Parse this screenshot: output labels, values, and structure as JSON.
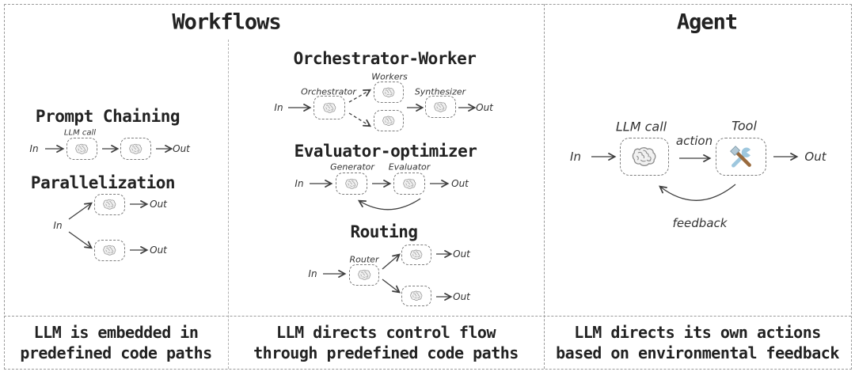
{
  "titles": {
    "workflows": "Workflows",
    "agent": "Agent"
  },
  "diagrams": {
    "prompt_chaining": {
      "title": "Prompt Chaining",
      "llm_call_label": "LLM call",
      "in": "In",
      "out": "Out"
    },
    "parallelization": {
      "title": "Parallelization",
      "in": "In",
      "out_top": "Out",
      "out_bottom": "Out"
    },
    "orchestrator_worker": {
      "title": "Orchestrator-Worker",
      "in": "In",
      "out": "Out",
      "orchestrator_label": "Orchestrator",
      "workers_label": "Workers",
      "synthesizer_label": "Synthesizer"
    },
    "evaluator_optimizer": {
      "title": "Evaluator-optimizer",
      "in": "In",
      "out": "Out",
      "generator_label": "Generator",
      "evaluator_label": "Evaluator"
    },
    "routing": {
      "title": "Routing",
      "in": "In",
      "router_label": "Router",
      "out_top": "Out",
      "out_bottom": "Out"
    },
    "agent": {
      "in": "In",
      "out": "Out",
      "llm_call_label": "LLM call",
      "tool_label": "Tool",
      "action_label": "action",
      "feedback_label": "feedback"
    }
  },
  "captions": {
    "workflows_left": {
      "line1": "LLM is embedded in",
      "line2": "predefined code paths"
    },
    "workflows_mid": {
      "line1": "LLM directs control flow",
      "line2": "through predefined code paths"
    },
    "agent": {
      "line1": "LLM directs its own actions",
      "line2": "based on environmental feedback"
    }
  },
  "icons": {
    "llm": "brain-icon",
    "tool": "hammer-wrench-icon"
  },
  "colors": {
    "text": "#2b2b2b",
    "panel_border": "#9a9a9a",
    "node_border": "#7d7d7d",
    "arrow": "#3f3f3f",
    "brain_stroke": "#8d8d8d",
    "tool_metal": "#9ec7de",
    "tool_handle": "#996a3d"
  }
}
